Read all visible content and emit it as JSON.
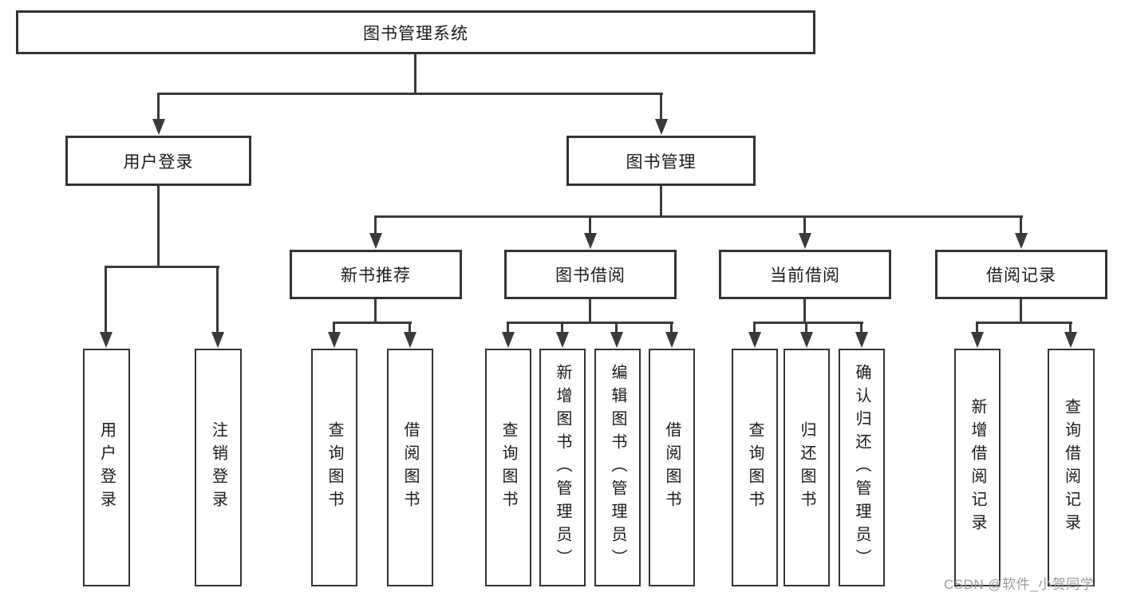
{
  "nodes": {
    "root": "图书管理系统",
    "user_login": "用户登录",
    "book_management": "图书管理",
    "new_book_recommend": "新书推荐",
    "book_borrow": "图书借阅",
    "current_borrow": "当前借阅",
    "borrow_record": "借阅记录",
    "leaf_user_login": "用户登录",
    "leaf_logout": "注销登录",
    "leaf_query_book_a": "查询图书",
    "leaf_borrow_book_a": "借阅图书",
    "leaf_query_book_b": "查询图书",
    "leaf_add_book_admin": "新增图书（管理员）",
    "leaf_edit_book_admin": "编辑图书（管理员）",
    "leaf_borrow_book_b": "借阅图书",
    "leaf_query_book_c": "查询图书",
    "leaf_return_book": "归还图书",
    "leaf_confirm_return_admin": "确认归还（管理员）",
    "leaf_add_borrow_record": "新增借阅记录",
    "leaf_query_borrow_record": "查询借阅记录"
  },
  "watermark": "CSDN @软件_小贺同学",
  "colors": {
    "line": "#3a3a3a",
    "border": "#333333",
    "text": "#1a1a1a",
    "background": "#ffffff",
    "watermark": "#9b9b9b"
  }
}
